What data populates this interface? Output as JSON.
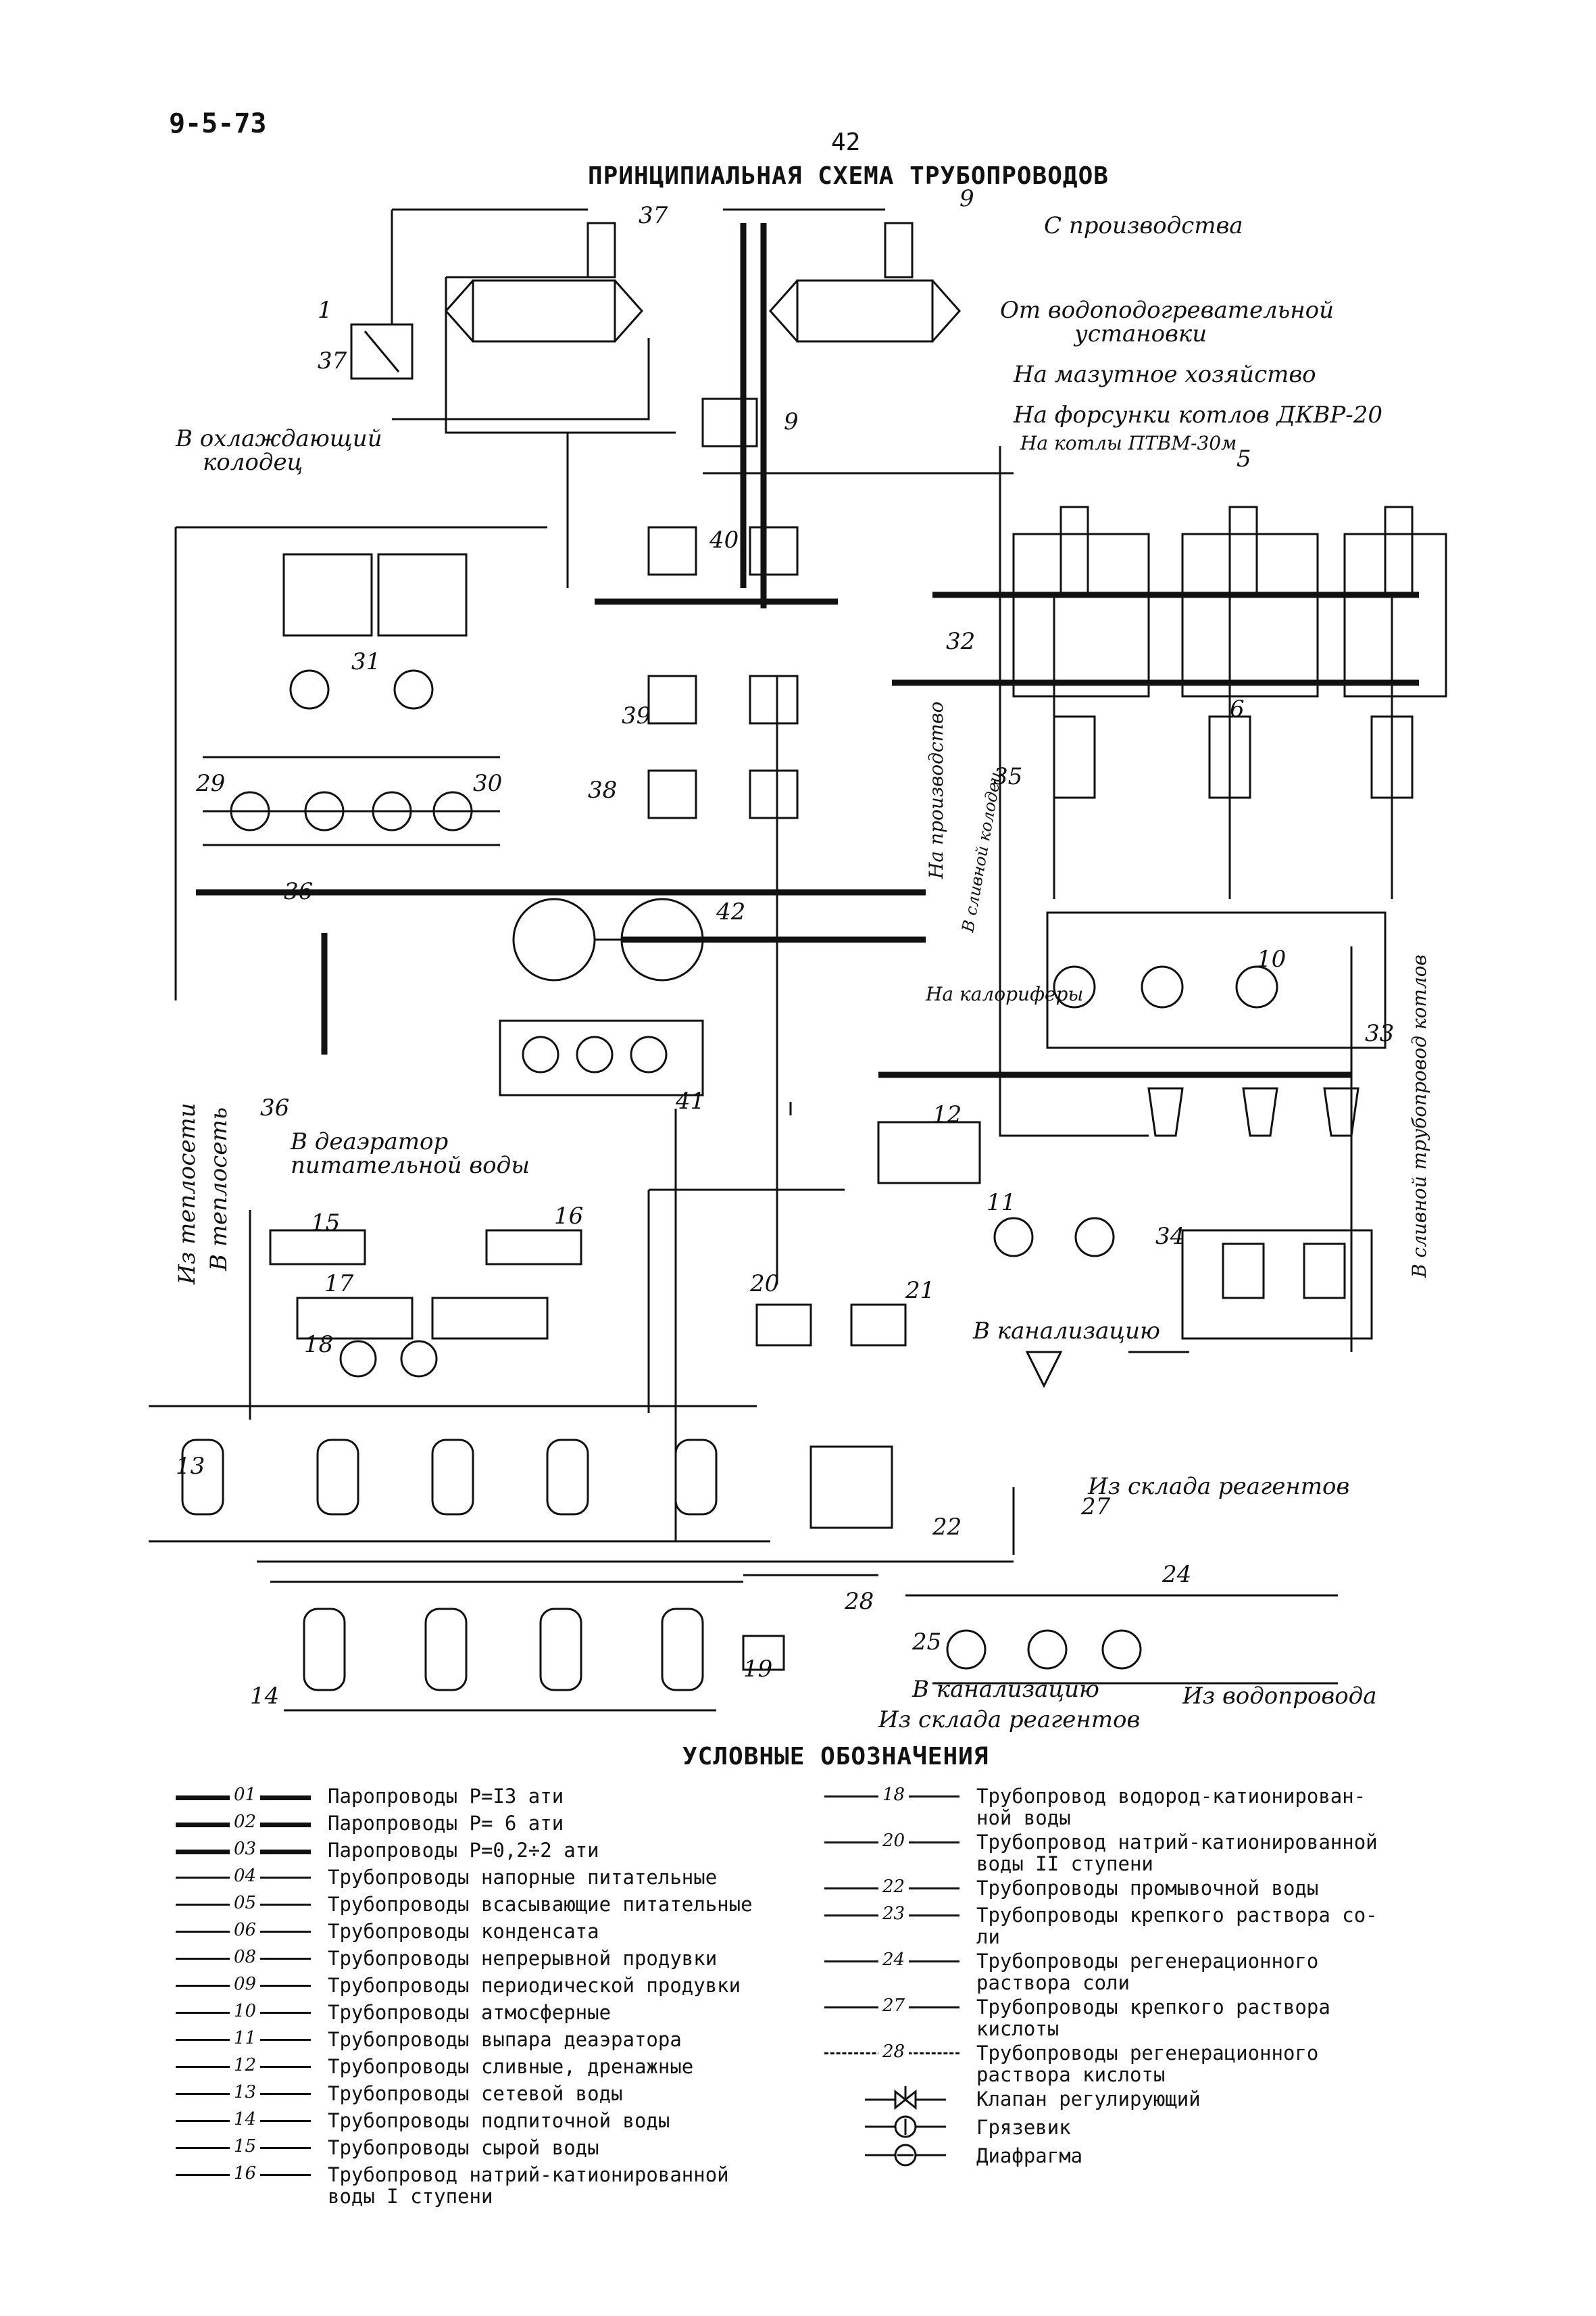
{
  "header": {
    "doc_code": "9-5-73",
    "page_number": "42"
  },
  "title": "ПРИНЦИПИАЛЬНАЯ СХЕМА ТРУБОПРОВОДОВ",
  "diagram": {
    "labels": {
      "from_production": "С производства",
      "from_water_heating": "От водоподогревательной",
      "from_water_heating_2": "установки",
      "to_cooling_well": "В охлаждающий",
      "to_cooling_well_2": "колодец",
      "to_fuel_oil": "На мазутное хозяйство",
      "to_burners": "На форсунки котлов ДКВР-20",
      "to_boilers": "На котлы ПТВМ-30м",
      "to_deaerator": "В деаэратор",
      "to_deaerator_2": "питательной воды",
      "from_heat_network": "Из теплосети",
      "to_heat_network": "В теплосеть",
      "to_production": "На производство",
      "to_sewer": "В канализацию",
      "to_sewer_2": "В канализацию",
      "from_reagent_store": "Из склада реагентов",
      "from_reagent_store_2": "Из склада реагентов",
      "from_water_supply": "Из водопровода",
      "to_calorifers": "На калориферы",
      "to_drain_well": "В сливной колодец",
      "to_drain_pipe": "В сливной трубопровод котлов"
    },
    "equipment_numbers": [
      "1",
      "5",
      "6",
      "9",
      "9",
      "10",
      "11",
      "12",
      "13",
      "14",
      "15",
      "16",
      "17",
      "18",
      "19",
      "20",
      "21",
      "22",
      "24",
      "25",
      "27",
      "28",
      "29",
      "30",
      "31",
      "32",
      "33",
      "34",
      "35",
      "36",
      "36",
      "37",
      "37",
      "38",
      "39",
      "40",
      "41",
      "42"
    ]
  },
  "legend_title": "УСЛОВНЫЕ ОБОЗНАЧЕНИЯ",
  "legend_left": [
    {
      "code": "01",
      "text": "Паропроводы Р=I3 ати",
      "weight": "heavy"
    },
    {
      "code": "02",
      "text": "Паропроводы Р= 6 ати",
      "weight": "heavy"
    },
    {
      "code": "03",
      "text": "Паропроводы Р=0,2÷2 ати",
      "weight": "heavy"
    },
    {
      "code": "04",
      "text": "Трубопроводы напорные питательные",
      "weight": "thin"
    },
    {
      "code": "05",
      "text": "Трубопроводы всасывающие питательные",
      "weight": "thin"
    },
    {
      "code": "06",
      "text": "Трубопроводы конденсата",
      "weight": "thin"
    },
    {
      "code": "08",
      "text": "Трубопроводы непрерывной продувки",
      "weight": "thin"
    },
    {
      "code": "09",
      "text": "Трубопроводы периодической продувки",
      "weight": "thin"
    },
    {
      "code": "10",
      "text": "Трубопроводы атмосферные",
      "weight": "thin"
    },
    {
      "code": "11",
      "text": "Трубопроводы выпара деаэратора",
      "weight": "thin"
    },
    {
      "code": "12",
      "text": "Трубопроводы сливные, дренажные",
      "weight": "thin"
    },
    {
      "code": "13",
      "text": "Трубопроводы сетевой воды",
      "weight": "thin"
    },
    {
      "code": "14",
      "text": "Трубопроводы подпиточной воды",
      "weight": "thin"
    },
    {
      "code": "15",
      "text": "Трубопроводы сырой воды",
      "weight": "thin"
    },
    {
      "code": "16",
      "text": "Трубопровод натрий-катионированной",
      "text2": "воды I ступени",
      "weight": "thin"
    }
  ],
  "legend_right": [
    {
      "code": "18",
      "text": "Трубопровод водород-катионирован-",
      "text2": "ной воды",
      "weight": "thin"
    },
    {
      "code": "20",
      "text": "Трубопровод натрий-катионированной",
      "text2": "воды II ступени",
      "weight": "thin"
    },
    {
      "code": "22",
      "text": "Трубопроводы промывочной воды",
      "weight": "thin"
    },
    {
      "code": "23",
      "text": "Трубопроводы крепкого раствора со-",
      "text2": "ли",
      "weight": "thin"
    },
    {
      "code": "24",
      "text": "Трубопроводы регенерационного",
      "text2": "раствора соли",
      "weight": "thin"
    },
    {
      "code": "27",
      "text": "Трубопроводы крепкого раствора",
      "text2": "кислоты",
      "weight": "thin"
    },
    {
      "code": "28",
      "text": "Трубопроводы регенерационного",
      "text2": "раствора кислоты",
      "weight": "dashed"
    }
  ],
  "legend_symbols": [
    {
      "icon": "regulating-valve-icon",
      "text": "Клапан регулирующий"
    },
    {
      "icon": "strainer-icon",
      "text": "Грязевик"
    },
    {
      "icon": "diaphragm-icon",
      "text": "Диафрагма"
    }
  ]
}
